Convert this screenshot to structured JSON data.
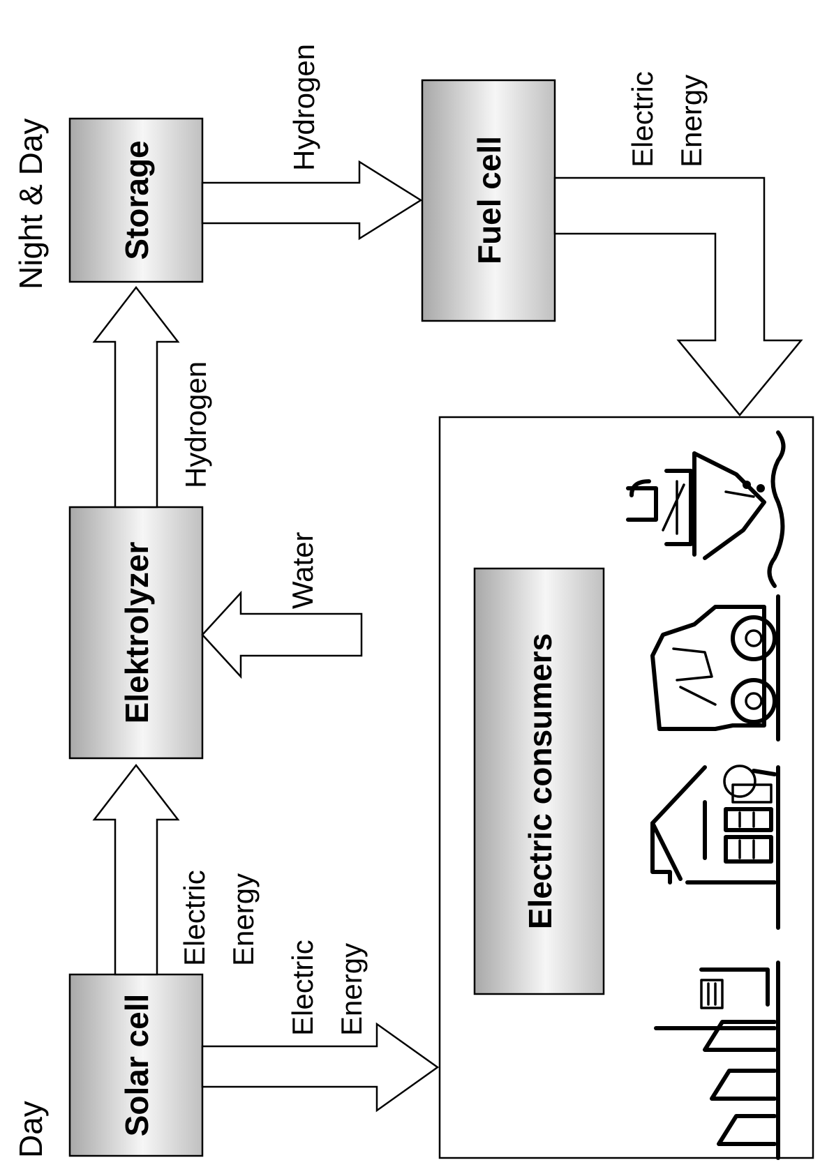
{
  "time_labels": {
    "day": "Day",
    "night_and_day": "Night & Day"
  },
  "boxes": {
    "solar_cell": "Solar cell",
    "elektrolyzer": "Elektrolyzer",
    "storage": "Storage",
    "fuel_cell": "Fuel cell",
    "electric_consumers": "Electric consumers"
  },
  "flows": {
    "solar_to_elektrolyzer": [
      "Electric",
      "Energy"
    ],
    "solar_to_consumers": [
      "Electric",
      "Energy"
    ],
    "water_input": "Water",
    "elektrolyzer_to_storage": "Hydrogen",
    "storage_to_fuel_cell": "Hydrogen",
    "fuel_cell_to_consumers": [
      "Electric",
      "Energy"
    ]
  },
  "consumer_icons": [
    "factory-icon",
    "house-icon",
    "car-icon",
    "ship-icon"
  ],
  "colors": {
    "box_gradient_light": "#f6f6f6",
    "box_gradient_dark": "#a8a8a8",
    "stroke": "#000000",
    "background": "#ffffff"
  }
}
